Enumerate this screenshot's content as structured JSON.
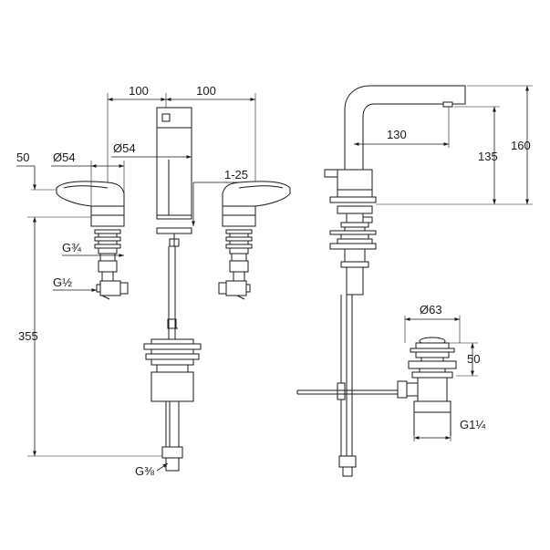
{
  "dimensions": {
    "front_spacing_left": "100",
    "front_spacing_right": "100",
    "handle_offset": "50",
    "handle_diameter": "Ø54",
    "spout_diameter": "Ø54",
    "deck_thickness": "1-25",
    "thread_handle_valve": "G¾",
    "thread_handle_outlet": "G½",
    "overall_height_below_deck": "355",
    "thread_supply": "G⅜",
    "spout_reach": "130",
    "spout_outlet_height": "135",
    "spout_total_height": "160",
    "waste_diameter": "Ø63",
    "waste_height": "50",
    "waste_thread": "G1¼"
  }
}
